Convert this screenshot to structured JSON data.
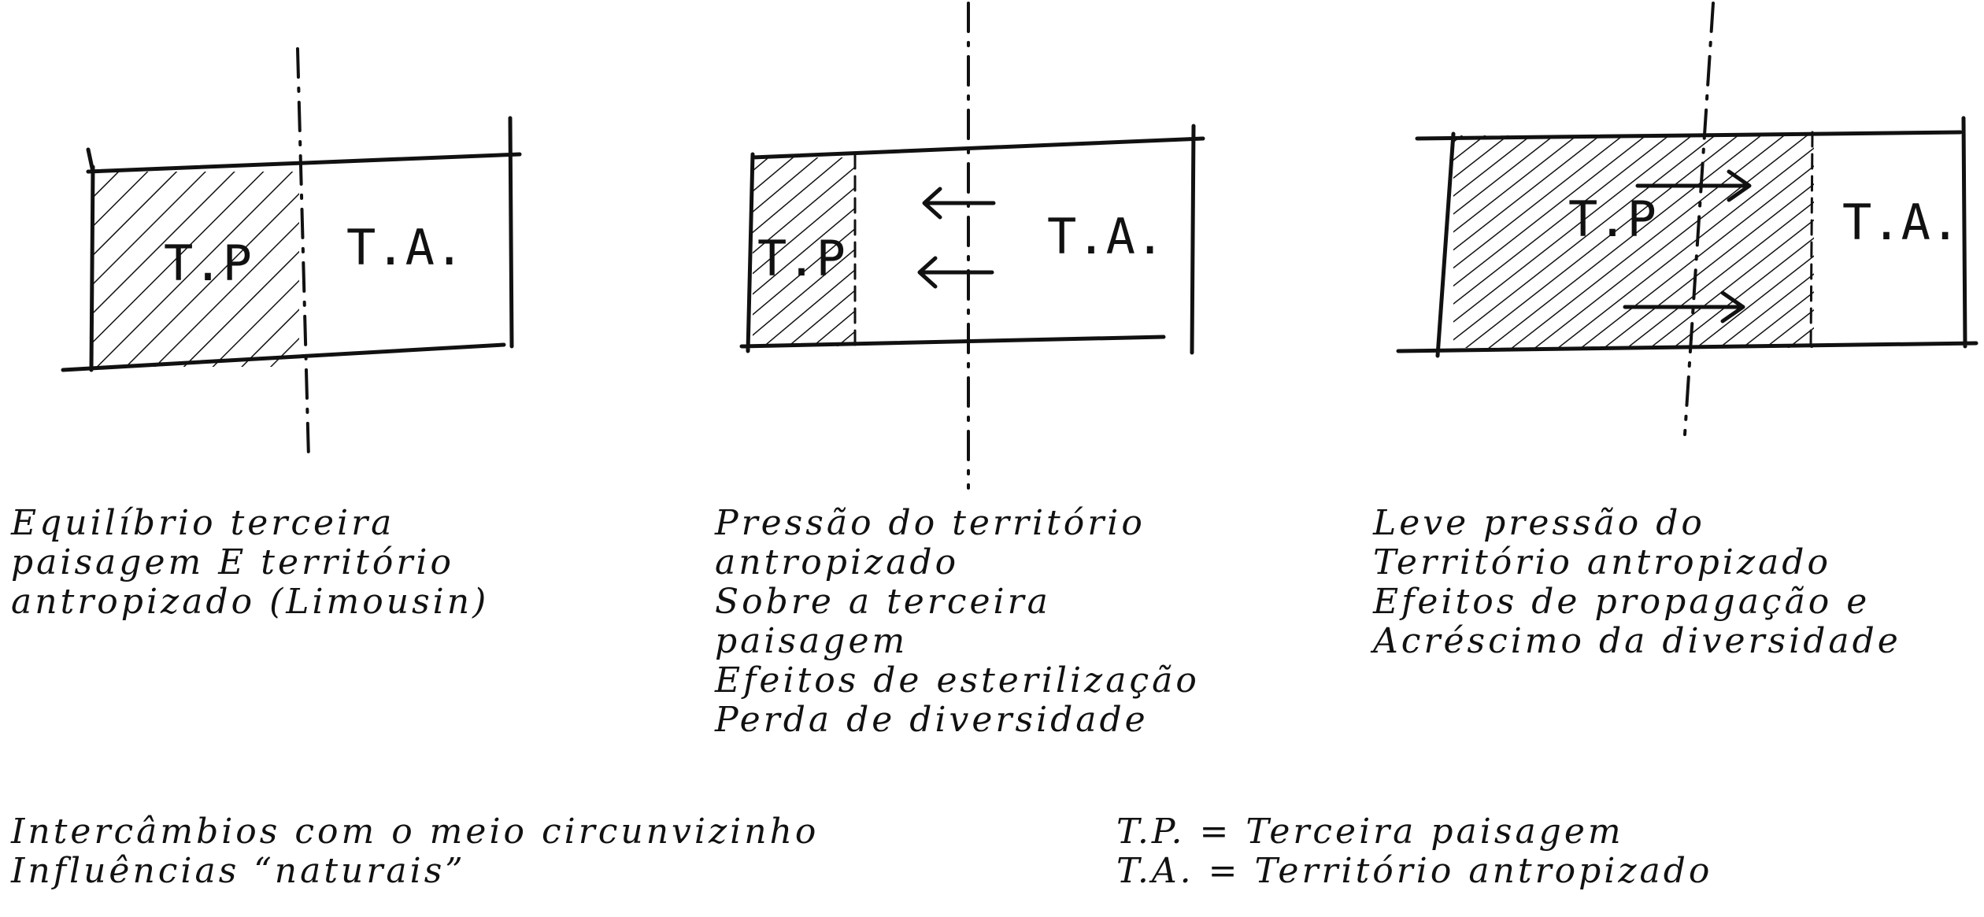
{
  "panels": [
    {
      "box_labels": [
        "T.P",
        "T.A."
      ],
      "caption_lines": [
        "Equilíbrio terceira",
        "paisagem E território",
        "antropizado (Limousin)"
      ]
    },
    {
      "box_labels": [
        "T.P",
        "T.A."
      ],
      "caption_lines": [
        "Pressão do território",
        "antropizado",
        "Sobre a terceira",
        "paisagem",
        "Efeitos de esterilização",
        "Perda de diversidade"
      ]
    },
    {
      "box_labels": [
        "T.P",
        "T.A."
      ],
      "caption_lines": [
        "Leve pressão do",
        "Território antropizado",
        "Efeitos de propagação e",
        "Acréscimo da diversidade"
      ]
    }
  ],
  "footer": {
    "left_lines": [
      "Intercâmbios com o meio circunvizinho",
      "Influências “naturais”"
    ],
    "right_lines": [
      "T.P. = Terceira paisagem",
      "T.A. = Território antropizado"
    ]
  },
  "colors": {
    "ink": "#111111",
    "paper": "#ffffff"
  }
}
